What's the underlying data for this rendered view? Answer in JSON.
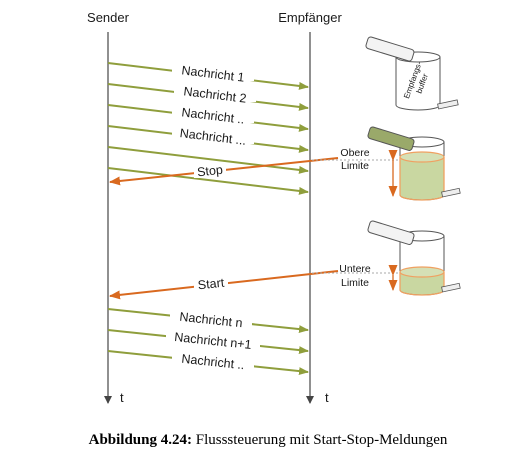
{
  "header": {
    "sender": "Sender",
    "receiver": "Empfänger"
  },
  "time_label": "t",
  "messages_top": [
    "Nachricht 1",
    "Nachricht 2",
    "Nachricht ..",
    "Nachricht ..."
  ],
  "control": {
    "stop": "Stop",
    "start": "Start"
  },
  "messages_bottom": [
    "Nachricht n",
    "Nachricht n+1",
    "Nachricht .."
  ],
  "buffer": {
    "label_line1": "Empfangs-",
    "label_line2": "buffer"
  },
  "limits": {
    "upper_line1": "Obere",
    "upper_line2": "Limite",
    "lower_line1": "Untere",
    "lower_line2": "Limite"
  },
  "caption": {
    "bold": "Abbildung 4.24:",
    "text": " Flusssteuerung mit Start-Stop-Meldungen"
  },
  "colors": {
    "message_arrow": "#8f9e3c",
    "control_arrow": "#d9691f",
    "fill_green": "#c9d7a1",
    "limit_orange": "#f0a061"
  }
}
